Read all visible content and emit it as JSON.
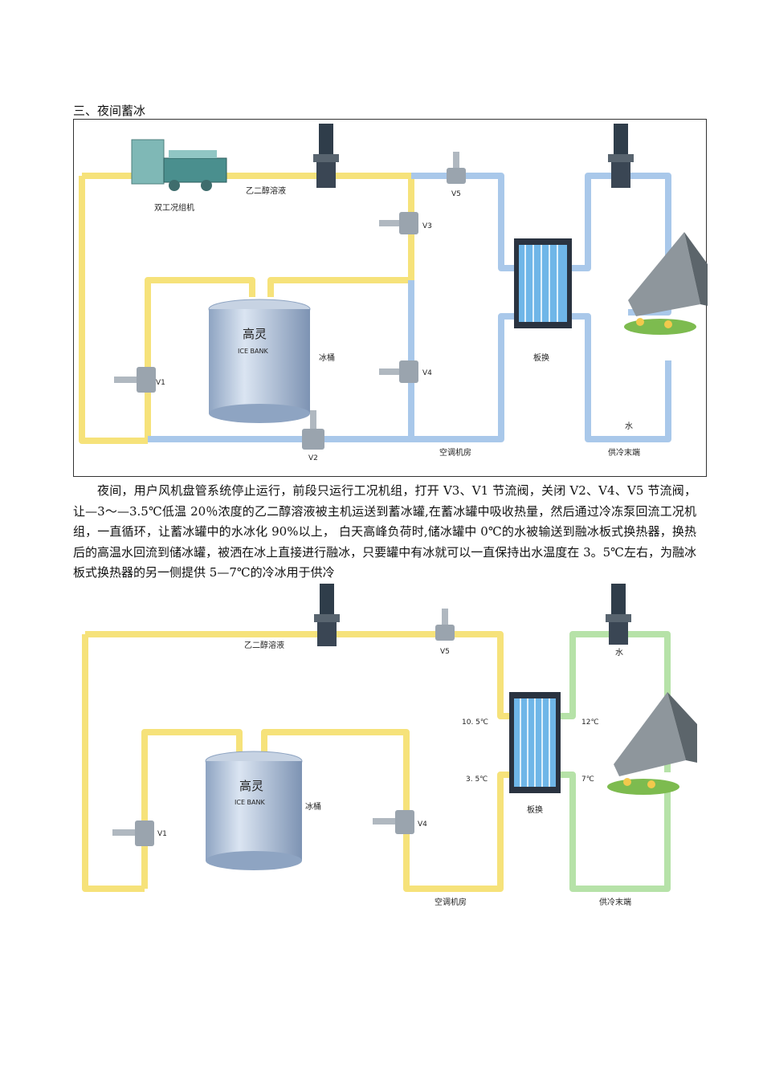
{
  "section_heading": "三、夜间蓄冰",
  "paragraph": "夜间，用户风机盘管系统停止运行，前段只运行工况机组，打开 V3、V1 节流阀，关闭 V2、V4、V5 节流阀，让—3～—3.5℃低温 20％浓度的乙二醇溶液被主机运送到蓄冰罐,在蓄冰罐中吸收热量，然后通过冷冻泵回流工况机组，一直循环，让蓄冰罐中的水冰化 90%以上， 白天高峰负荷时,储冰罐中 0℃的水被输送到融冰板式换热器，换热后的高温水回流到储冰罐，被洒在冰上直接进行融冰，只要罐中有冰就可以一直保持出水温度在 3。5℃左右，为融冰板式换热器的另一侧提供 5—7℃的冷冰用于供冷",
  "colors": {
    "glycol": "#f6e27a",
    "water": "#a9c8ea",
    "cold_water": "#b6e2a8",
    "tank": "#aebfd8",
    "hx_plate": "#6fb6e8"
  },
  "figure1": {
    "chiller": "双工况组机",
    "glycol": "乙二醇溶液",
    "tank": "冰桶",
    "tank_logo": "高灵",
    "tank_brand": "ICE BANK",
    "heat_exchanger": "板换",
    "machine_room": "空调机房",
    "cooling_terminal": "供冷末端",
    "water": "水",
    "valves": {
      "v1": "V1",
      "v2": "V2",
      "v3": "V3",
      "v4": "V4",
      "v5": "V5"
    }
  },
  "figure2": {
    "glycol": "乙二醇溶液",
    "tank": "冰桶",
    "tank_logo": "高灵",
    "tank_brand": "ICE BANK",
    "heat_exchanger": "板换",
    "machine_room": "空调机房",
    "cooling_terminal": "供冷末端",
    "water": "水",
    "temp_in_hot": "10. 5℃",
    "temp_in_cold": "3. 5℃",
    "temp_out_hot": "12℃",
    "temp_out_cold": "7℃",
    "valves": {
      "v1": "V1",
      "v4": "V4",
      "v5": "V5"
    }
  }
}
